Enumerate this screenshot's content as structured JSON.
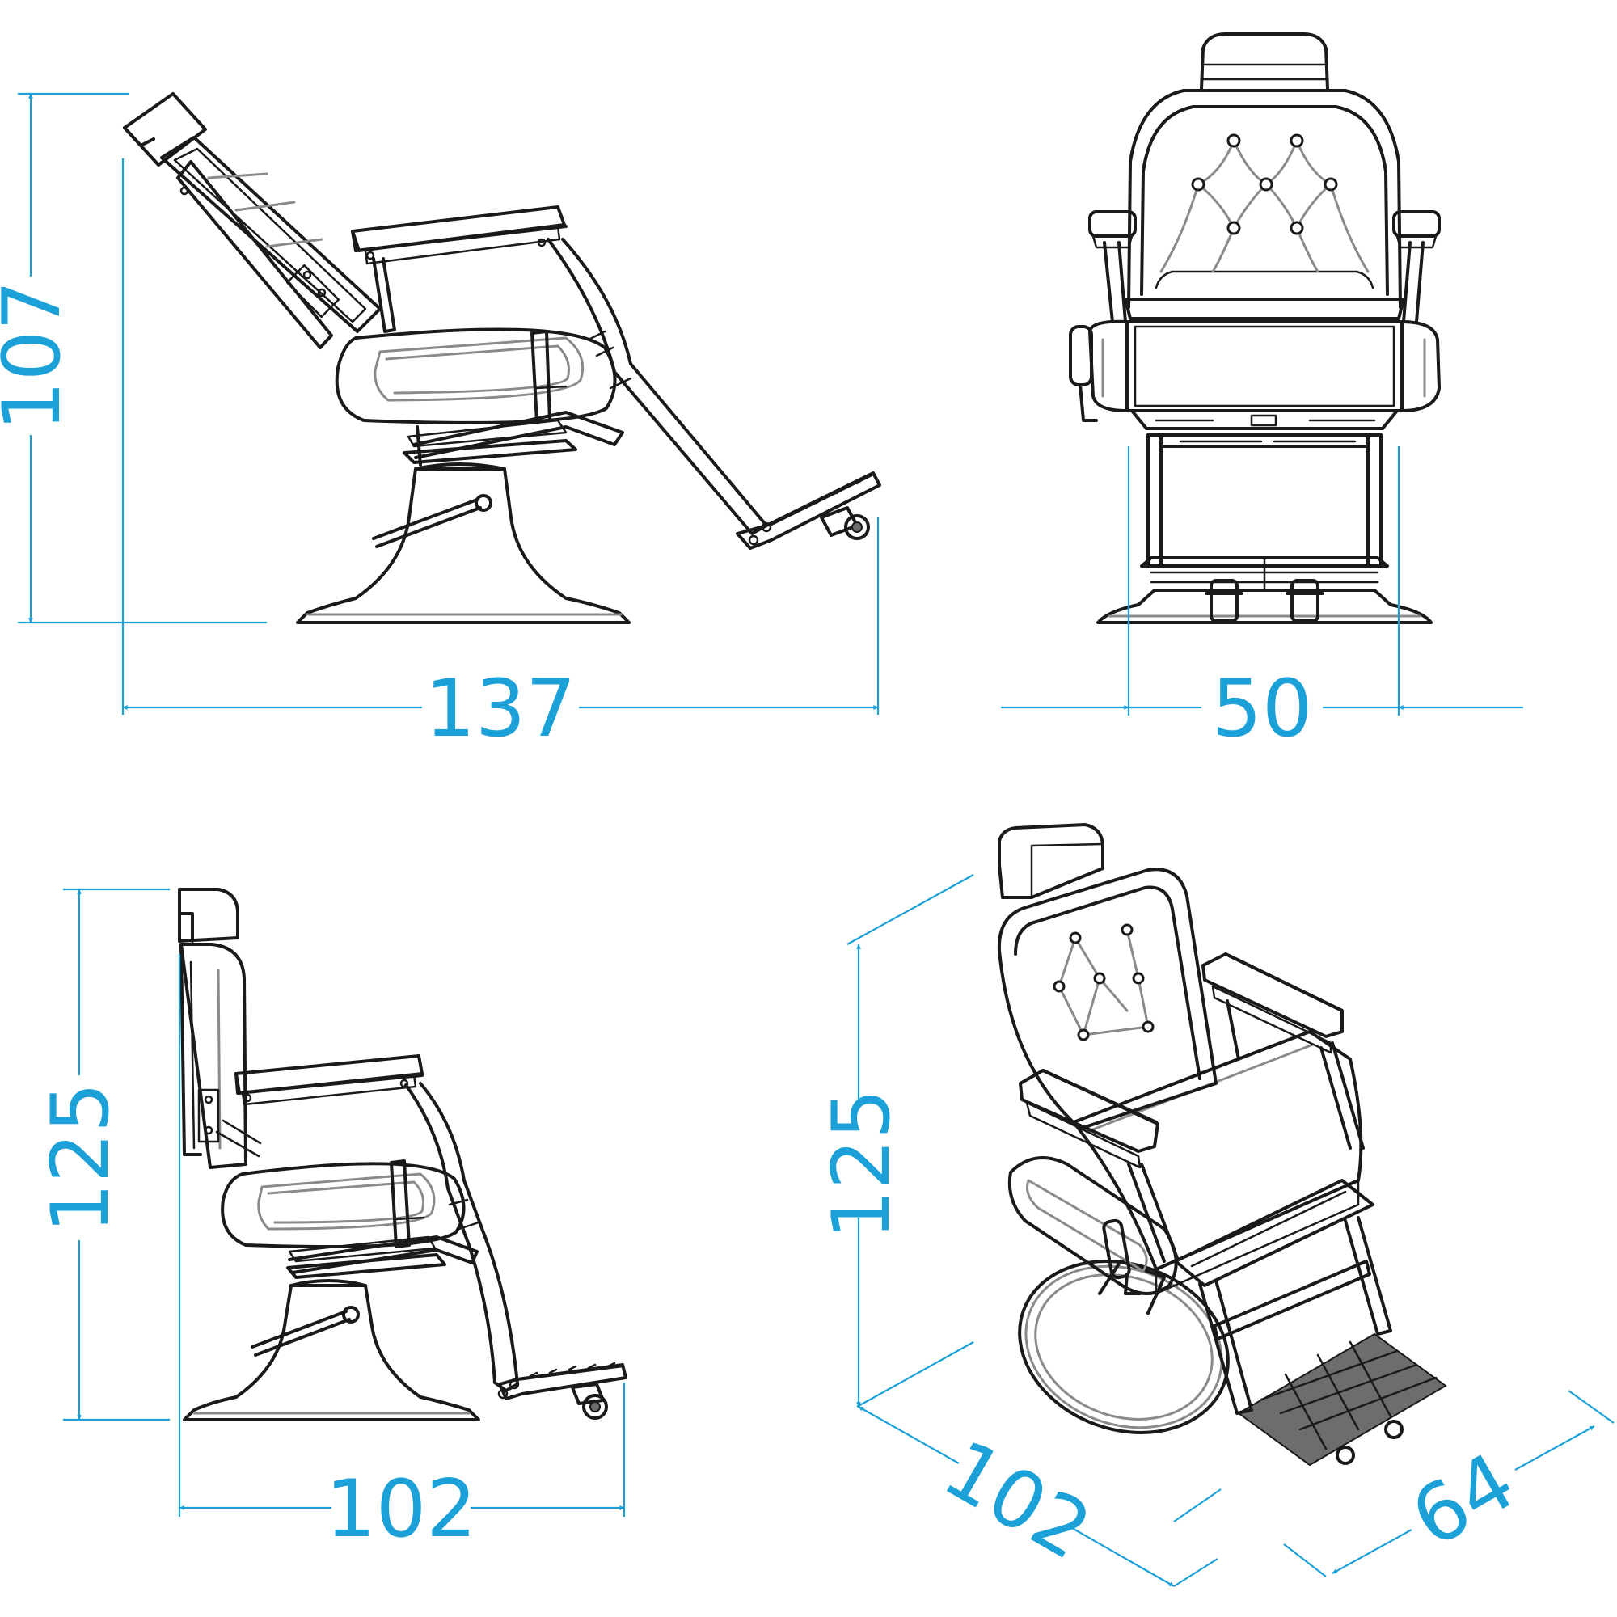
{
  "accent_color": "#1ba0d8",
  "line_color": "#1a1a1a",
  "views": [
    {
      "id": "side-reclined",
      "dimensions": {
        "height": "107",
        "length": "137"
      }
    },
    {
      "id": "front",
      "dimensions": {
        "width": "50"
      }
    },
    {
      "id": "side-upright",
      "dimensions": {
        "height": "125",
        "length": "102"
      }
    },
    {
      "id": "isometric",
      "dimensions": {
        "height": "125",
        "depth": "102",
        "width": "64"
      }
    }
  ]
}
